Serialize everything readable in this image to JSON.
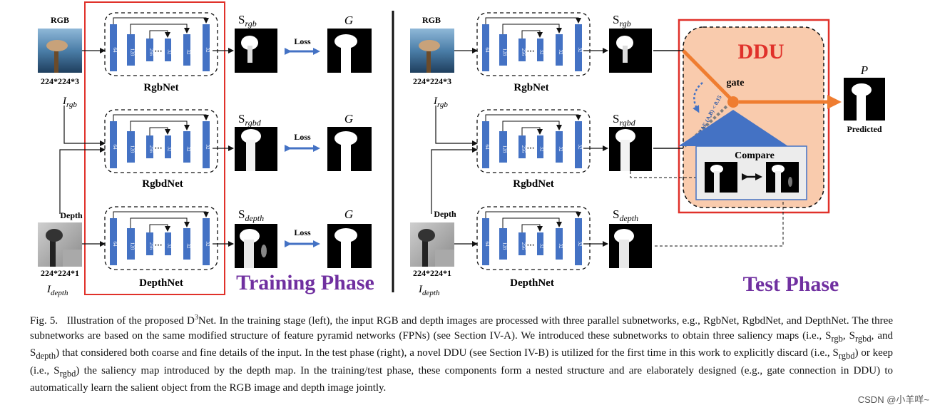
{
  "figure": {
    "rgb_label": "RGB",
    "depth_label": "Depth",
    "rgb_size": "224*224*3",
    "depth_size": "224*224*1",
    "i_rgb": "I",
    "i_rgb_sub": "rgb",
    "i_depth": "I",
    "i_depth_sub": "depth",
    "net_names": [
      "RgbNet",
      "RgbdNet",
      "DepthNet"
    ],
    "block_labels": [
      "64",
      "128",
      "256",
      "32",
      "32"
    ],
    "dots": "···",
    "s_letter": "S",
    "s_subs": [
      "rgb",
      "rgbd",
      "depth"
    ],
    "loss_label": "Loss",
    "g_label": "G",
    "training_phase": "Training Phase",
    "test_phase": "Test Phase",
    "ddu_title": "DDU",
    "gate_label": "gate",
    "mae_label": "MAE (A,B) < 0.15",
    "compare_label": "Compare",
    "p_label": "P",
    "predicted_label": "Predicted",
    "colors": {
      "block": "#4472c4",
      "red": "#e0312a",
      "orange": "#ef7d31",
      "ddu_fill": "#f9cbad",
      "purple": "#7030a0",
      "triangle": "#4472c4"
    }
  },
  "caption": {
    "fig": "Fig. 5.",
    "t1": "Illustration of the proposed D",
    "t1_sup": "3",
    "t2": "Net. In the training stage (left), the input RGB and depth images are processed with three parallel subnetworks, e.g., RgbNet, RgbdNet, and DepthNet. The three subnetworks are based on the same modified structure of feature pyramid networks (FPNs) (see Section IV-A). We introduced these subnetworks to obtain three saliency maps (i.e., S",
    "s1": "rgb",
    "t3": ", S",
    "s2": "rgbd",
    "t4": ", and S",
    "s3": "depth",
    "t5": ") that considered both coarse and fine details of the input. In the test phase (right), a novel DDU (see Section IV-B) is utilized for the first time in this work to explicitly discard (i.e., S",
    "s4": "rgbd",
    "t6": ") or keep (i.e., S",
    "s5": "rgbd",
    "t7": ") the saliency map introduced by the depth map. In the training/test phase, these components form a nested structure and are elaborately designed (e.g., gate connection in DDU) to automatically learn the salient object from the RGB image and depth image jointly."
  },
  "watermark": "CSDN @小羊咩~"
}
